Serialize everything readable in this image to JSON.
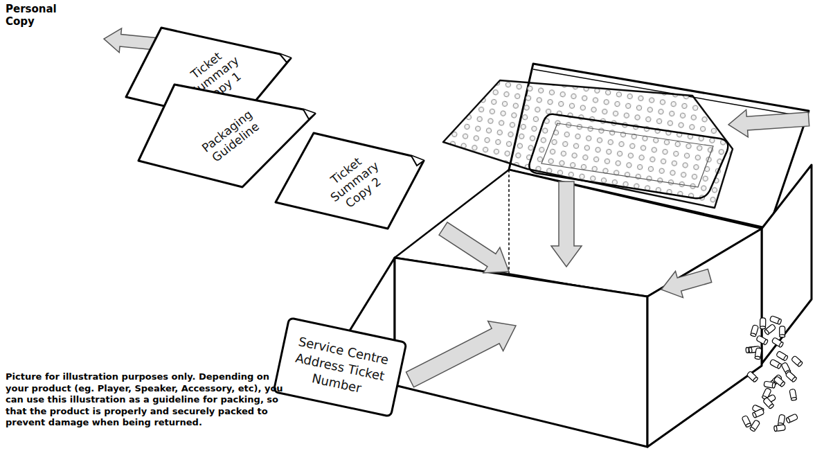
{
  "diagram": {
    "nodes": [
      {
        "text": [
          "Ticket Summary Copy 1"
        ]
      },
      {
        "text": [
          "Packaging Guideline"
        ]
      },
      {
        "text": [
          "Ticket Summary Copy 2"
        ]
      },
      {
        "text": [
          "Service Centre Address Ticket Number"
        ]
      }
    ],
    "labels": [
      "Personal Copy",
      "Picture for illustration purposes only. Depending on your product (eg. Player, Speaker, Accessory, etc), you can use this illustration as a guideline for packing, so that the product is properly and securely packed to prevent damage when being returned."
    ]
  }
}
